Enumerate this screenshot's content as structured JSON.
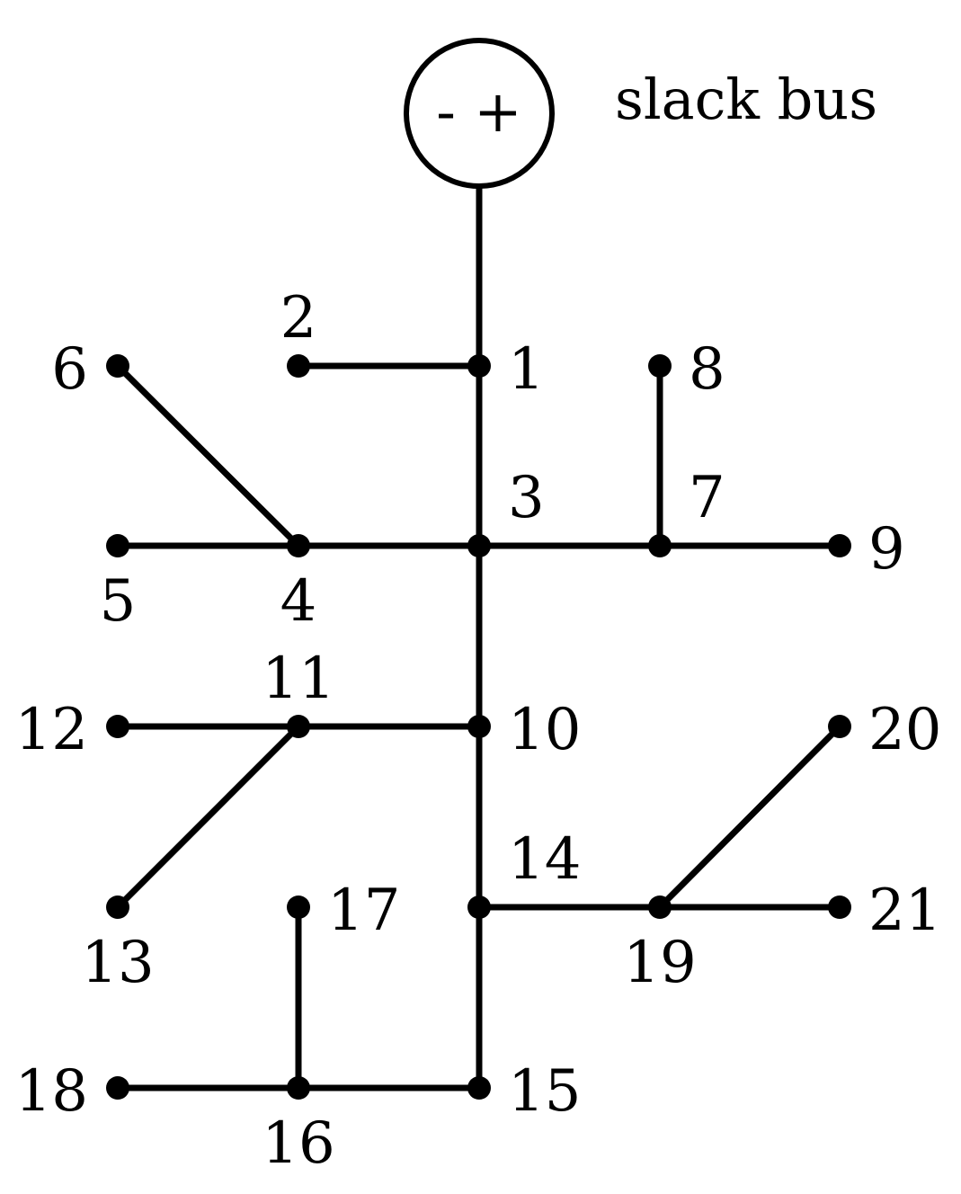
{
  "source": {
    "symbol": "- +",
    "label": "slack bus"
  },
  "buses": [
    "1",
    "2",
    "3",
    "4",
    "5",
    "6",
    "7",
    "8",
    "9",
    "10",
    "11",
    "12",
    "13",
    "14",
    "15",
    "16",
    "17",
    "18",
    "19",
    "20",
    "21"
  ],
  "lines": [
    [
      "source",
      "1"
    ],
    [
      "1",
      "2"
    ],
    [
      "1",
      "3"
    ],
    [
      "3",
      "4"
    ],
    [
      "4",
      "5"
    ],
    [
      "4",
      "6"
    ],
    [
      "3",
      "7"
    ],
    [
      "7",
      "8"
    ],
    [
      "7",
      "9"
    ],
    [
      "3",
      "10"
    ],
    [
      "10",
      "11"
    ],
    [
      "11",
      "12"
    ],
    [
      "11",
      "13"
    ],
    [
      "10",
      "14"
    ],
    [
      "14",
      "15"
    ],
    [
      "15",
      "16"
    ],
    [
      "16",
      "17"
    ],
    [
      "16",
      "18"
    ],
    [
      "14",
      "19"
    ],
    [
      "19",
      "20"
    ],
    [
      "19",
      "21"
    ]
  ]
}
